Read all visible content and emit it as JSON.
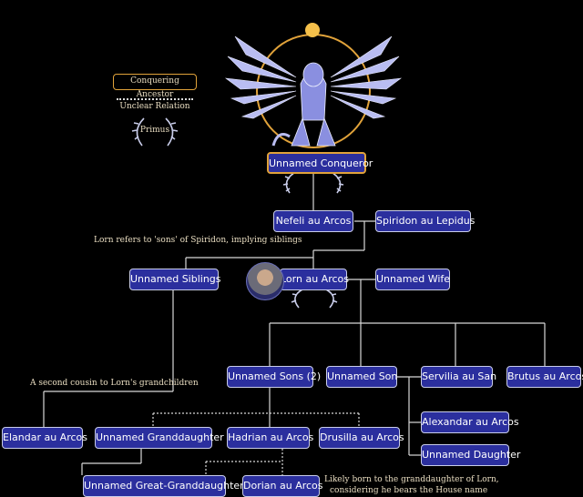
{
  "legend": {
    "conquering_ancestor": "Conquering Ancestor",
    "unclear_relation": "Unclear Relation",
    "primus": "Primus"
  },
  "nodes": {
    "unnamed_conqueror": "Unnamed Conqueror",
    "nefeli": "Nefeli au Arcos",
    "spiridon": "Spiridon au Lepidus",
    "unnamed_siblings": "Unnamed Siblings",
    "lorn": "Lorn au Arcos",
    "unnamed_wife": "Unnamed Wife",
    "unnamed_sons": "Unnamed Sons (2)",
    "unnamed_son": "Unnamed Son",
    "servilia": "Servilia au San",
    "brutus": "Brutus au Arcos",
    "alexandar": "Alexandar au Arcos",
    "unnamed_daughter": "Unnamed Daughter",
    "elandar": "Elandar au Arcos",
    "unnamed_granddaughter": "Unnamed Granddaughter",
    "hadrian": "Hadrian au Arcos",
    "drusilla": "Drusilla au Arcos",
    "unnamed_great_granddaughter": "Unnamed Great-Granddaughter",
    "dorian": "Dorian au Arcos"
  },
  "notes": {
    "sons_of_spiridon": "Lorn refers to 'sons' of Spiridon, implying siblings",
    "second_cousin": "A second cousin to Lorn's grandchildren",
    "dorian_note_1": "Likely born to the granddaughter of Lorn,",
    "dorian_note_2": "considering he bears  the House name"
  },
  "icons": {
    "crest": "griffin-crest-icon",
    "laurel": "laurel-wreath-icon",
    "portrait": "lorn-portrait"
  },
  "colors": {
    "background": "#000000",
    "node_fill": "#2b2f9e",
    "node_border": "#c9cdea",
    "conqueror_border": "#e0a23a",
    "note_text": "#e8dcc0"
  }
}
